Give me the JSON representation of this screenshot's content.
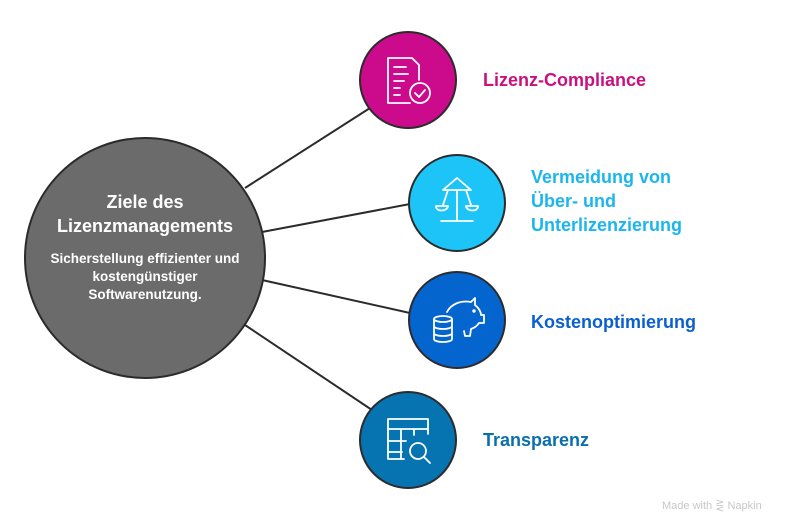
{
  "center": {
    "title": "Ziele des Lizenzmanagements",
    "subtitle": "Sicherstellung effizienter und kostengünstiger Softwarenutzung."
  },
  "goals": [
    {
      "label": "Lizenz-Compliance",
      "icon": "document-check-icon",
      "color": "#CC0A8C",
      "text_color": "#C8117F"
    },
    {
      "label": "Vermeidung von Über- und Unterlizenzierung",
      "icon": "carousel-balance-icon",
      "color": "#1DC4F7",
      "text_color": "#1BB6EE"
    },
    {
      "label": "Kostenoptimierung",
      "icon": "piggy-bank-coins-icon",
      "color": "#0565CF",
      "text_color": "#0B5FCF"
    },
    {
      "label": "Transparenz",
      "icon": "table-search-icon",
      "color": "#0674B0",
      "text_color": "#0A6FAD"
    }
  ],
  "center_color": "#6B6B6B",
  "watermark": "Made with ⋛ Napkin"
}
